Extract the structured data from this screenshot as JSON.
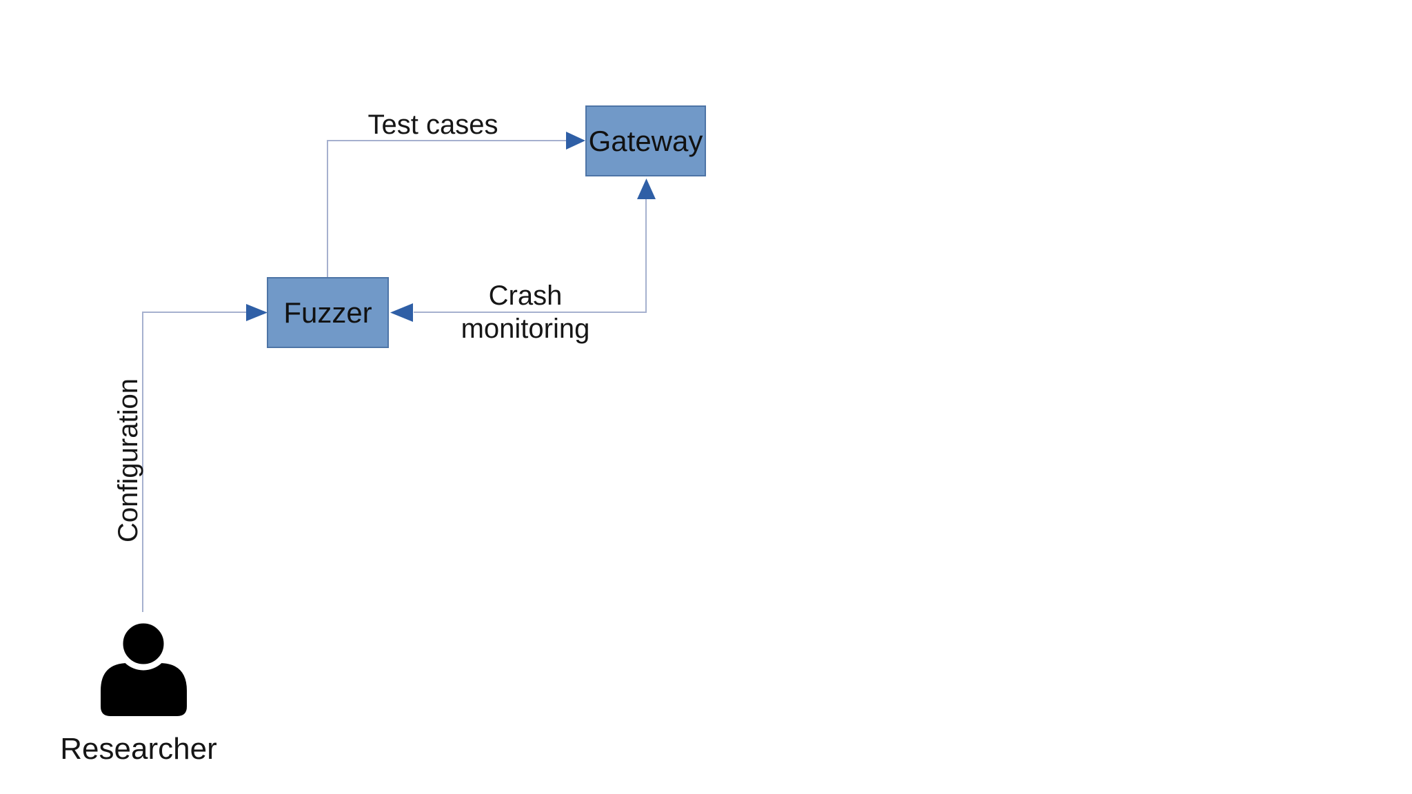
{
  "diagram_type": "flow-diagram",
  "nodes": {
    "gateway": {
      "label": "Gateway",
      "shape": "rectangle"
    },
    "fuzzer": {
      "label": "Fuzzer",
      "shape": "rectangle"
    }
  },
  "actor": {
    "label": "Researcher",
    "icon": "person-icon"
  },
  "edges": {
    "test_cases": {
      "label": "Test cases",
      "from": "fuzzer",
      "to": "gateway",
      "arrowheads": [
        "end"
      ]
    },
    "crash_monitoring": {
      "label": "Crash monitoring",
      "from": "gateway",
      "to": "fuzzer",
      "arrowheads": [
        "start",
        "end"
      ]
    },
    "configuration": {
      "label": "Configuration",
      "from": "researcher",
      "to": "fuzzer",
      "arrowheads": [
        "end"
      ]
    }
  },
  "colors": {
    "node_fill": "#7199C8",
    "node_border": "#4D74A6",
    "arrowhead": "#2F5FA6",
    "connector_line": "#A5B0CE",
    "label_text": "#161616",
    "actor_icon": "#000000",
    "background": "#FFFFFF"
  }
}
